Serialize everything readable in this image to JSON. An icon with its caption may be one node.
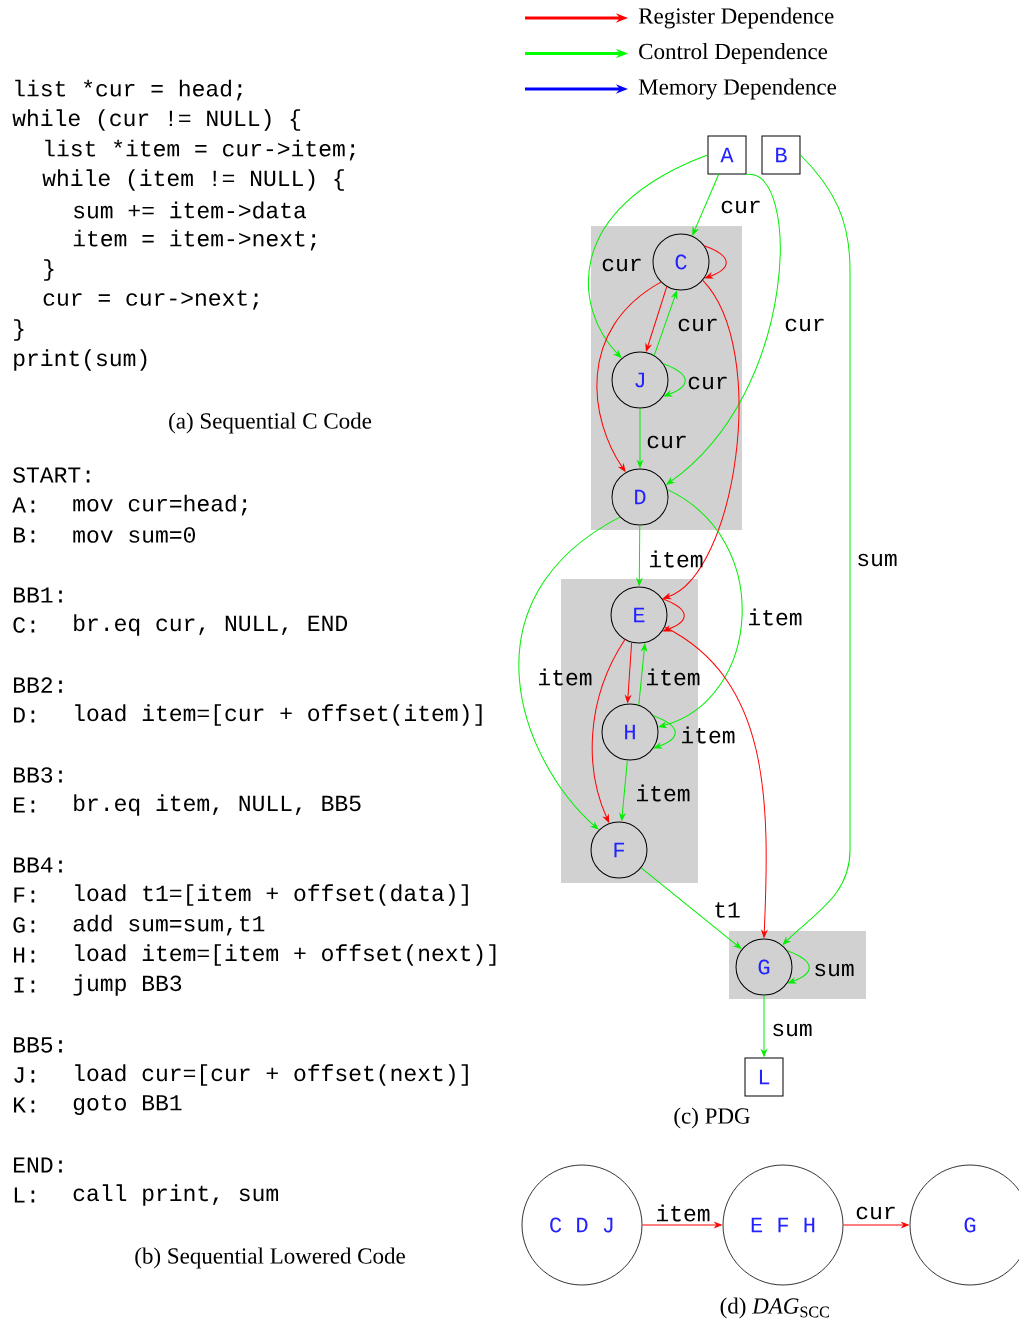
{
  "diagram": {
    "nodes": [
      {
        "text": [
          "A"
        ]
      },
      {
        "text": [
          "B"
        ]
      },
      {
        "text": [],
        "shape": "box"
      },
      {
        "text": [
          "C"
        ],
        "in": 2
      },
      {
        "text": [
          "J"
        ],
        "in": 2
      },
      {
        "text": [
          "D"
        ],
        "in": 2
      },
      {
        "text": [],
        "shape": "box"
      },
      {
        "text": [
          "E"
        ],
        "in": 6
      },
      {
        "text": [
          "H"
        ],
        "in": 6
      },
      {
        "text": [
          "F"
        ],
        "in": 6
      },
      {
        "text": [],
        "shape": "box"
      },
      {
        "text": [
          "G"
        ],
        "in": 10
      },
      {
        "text": [
          "L"
        ]
      },
      {
        "text": [
          "C D J"
        ]
      },
      {
        "text": [
          "E F H"
        ]
      },
      {
        "text": [
          "G"
        ]
      }
    ],
    "edges": [
      {
        "from": 0,
        "to": 3,
        "arrow": "to",
        "label": "cur"
      },
      {
        "from": 0,
        "to": 4,
        "arrow": "to",
        "label": "cur"
      },
      {
        "from": 0,
        "to": 5,
        "arrow": "to",
        "label": "cur"
      },
      {
        "from": 1,
        "to": 11,
        "arrow": "to",
        "label": "sum"
      },
      {
        "from": 3,
        "to": 3,
        "arrow": "to",
        "color": "#ff0000"
      },
      {
        "from": 3,
        "to": 4,
        "arrow": "to",
        "color": "#ff0000"
      },
      {
        "from": 4,
        "to": 3,
        "arrow": "to",
        "label": "cur"
      },
      {
        "from": 4,
        "to": 4,
        "arrow": "to",
        "label": "cur"
      },
      {
        "from": 3,
        "to": 5,
        "arrow": "to",
        "color": "#ff0000"
      },
      {
        "from": 4,
        "to": 5,
        "arrow": "to",
        "label": "cur"
      },
      {
        "from": 3,
        "to": 7,
        "arrow": "to",
        "color": "#ff0000"
      },
      {
        "from": 5,
        "to": 7,
        "arrow": "to",
        "label": "item"
      },
      {
        "from": 5,
        "to": 9,
        "arrow": "to",
        "label": "item"
      },
      {
        "from": 5,
        "to": 8,
        "arrow": "to",
        "label": "item"
      },
      {
        "from": 7,
        "to": 7,
        "arrow": "to",
        "color": "#ff0000"
      },
      {
        "from": 7,
        "to": 8,
        "arrow": "to",
        "color": "#ff0000"
      },
      {
        "from": 8,
        "to": 7,
        "arrow": "to",
        "label": "item"
      },
      {
        "from": 7,
        "to": 9,
        "arrow": "to",
        "color": "#ff0000"
      },
      {
        "from": 8,
        "to": 8,
        "arrow": "to",
        "label": "item"
      },
      {
        "from": 8,
        "to": 9,
        "arrow": "to",
        "label": "item"
      },
      {
        "from": 7,
        "to": 11,
        "arrow": "to",
        "color": "#ff0000"
      },
      {
        "from": 9,
        "to": 11,
        "arrow": "to",
        "label": "t1"
      },
      {
        "from": 11,
        "to": 11,
        "arrow": "to",
        "label": "sum"
      },
      {
        "from": 11,
        "to": 12,
        "arrow": "to",
        "label": "sum"
      },
      {
        "from": 13,
        "to": 14,
        "arrow": "to",
        "label": "item",
        "color": "#ff0000"
      },
      {
        "from": 14,
        "to": 15,
        "arrow": "to",
        "label": "cur",
        "color": "#ff0000"
      }
    ],
    "labels": [
      "list *cur = head;",
      "while (cur != NULL) {",
      "list *item = cur->item;",
      "while (item != NULL) {",
      "sum += item->data",
      "item = item->next;",
      "}",
      "cur = cur->next;",
      "}",
      "print(sum)",
      "(a) Sequential C Code",
      "START:",
      "A:",
      "mov cur=head;",
      "B:",
      "mov sum=0",
      "BB1:",
      "C:",
      "br.eq cur, NULL, END",
      "BB2:",
      "D:",
      "load item=[cur + offset(item)]",
      "BB3:",
      "E:",
      "br.eq item, NULL, BB5",
      "BB4:",
      "F:",
      "load t1=[item + offset(data)]",
      "G:",
      "add sum=sum,t1",
      "H:",
      "load item=[item + offset(next)]",
      "I:",
      "jump BB3",
      "BB5:",
      "J:",
      "load cur=[cur + offset(next)]",
      "K:",
      "goto BB1",
      "END:",
      "L:",
      "call print, sum",
      "(b) Sequential Lowered Code",
      "(c) PDG",
      "(d) *DAG*$_{SCC}$"
    ],
    "legend": [
      {
        "text": "Register Dependence",
        "color": "#ff0000"
      },
      {
        "text": "Control Dependence",
        "color": "#00ff00"
      },
      {
        "text": "Memory Dependence",
        "color": "#0000ff"
      }
    ]
  }
}
